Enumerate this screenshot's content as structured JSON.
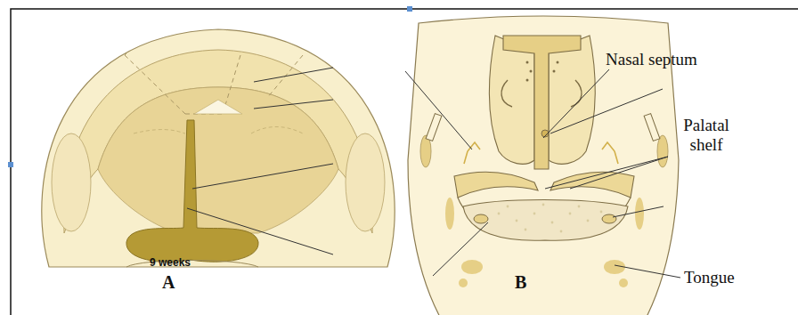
{
  "diagram": {
    "labels": [
      "9 weeks",
      "A",
      "B",
      "Nasal septum",
      "Palatal shelf",
      "Tongue"
    ]
  }
}
